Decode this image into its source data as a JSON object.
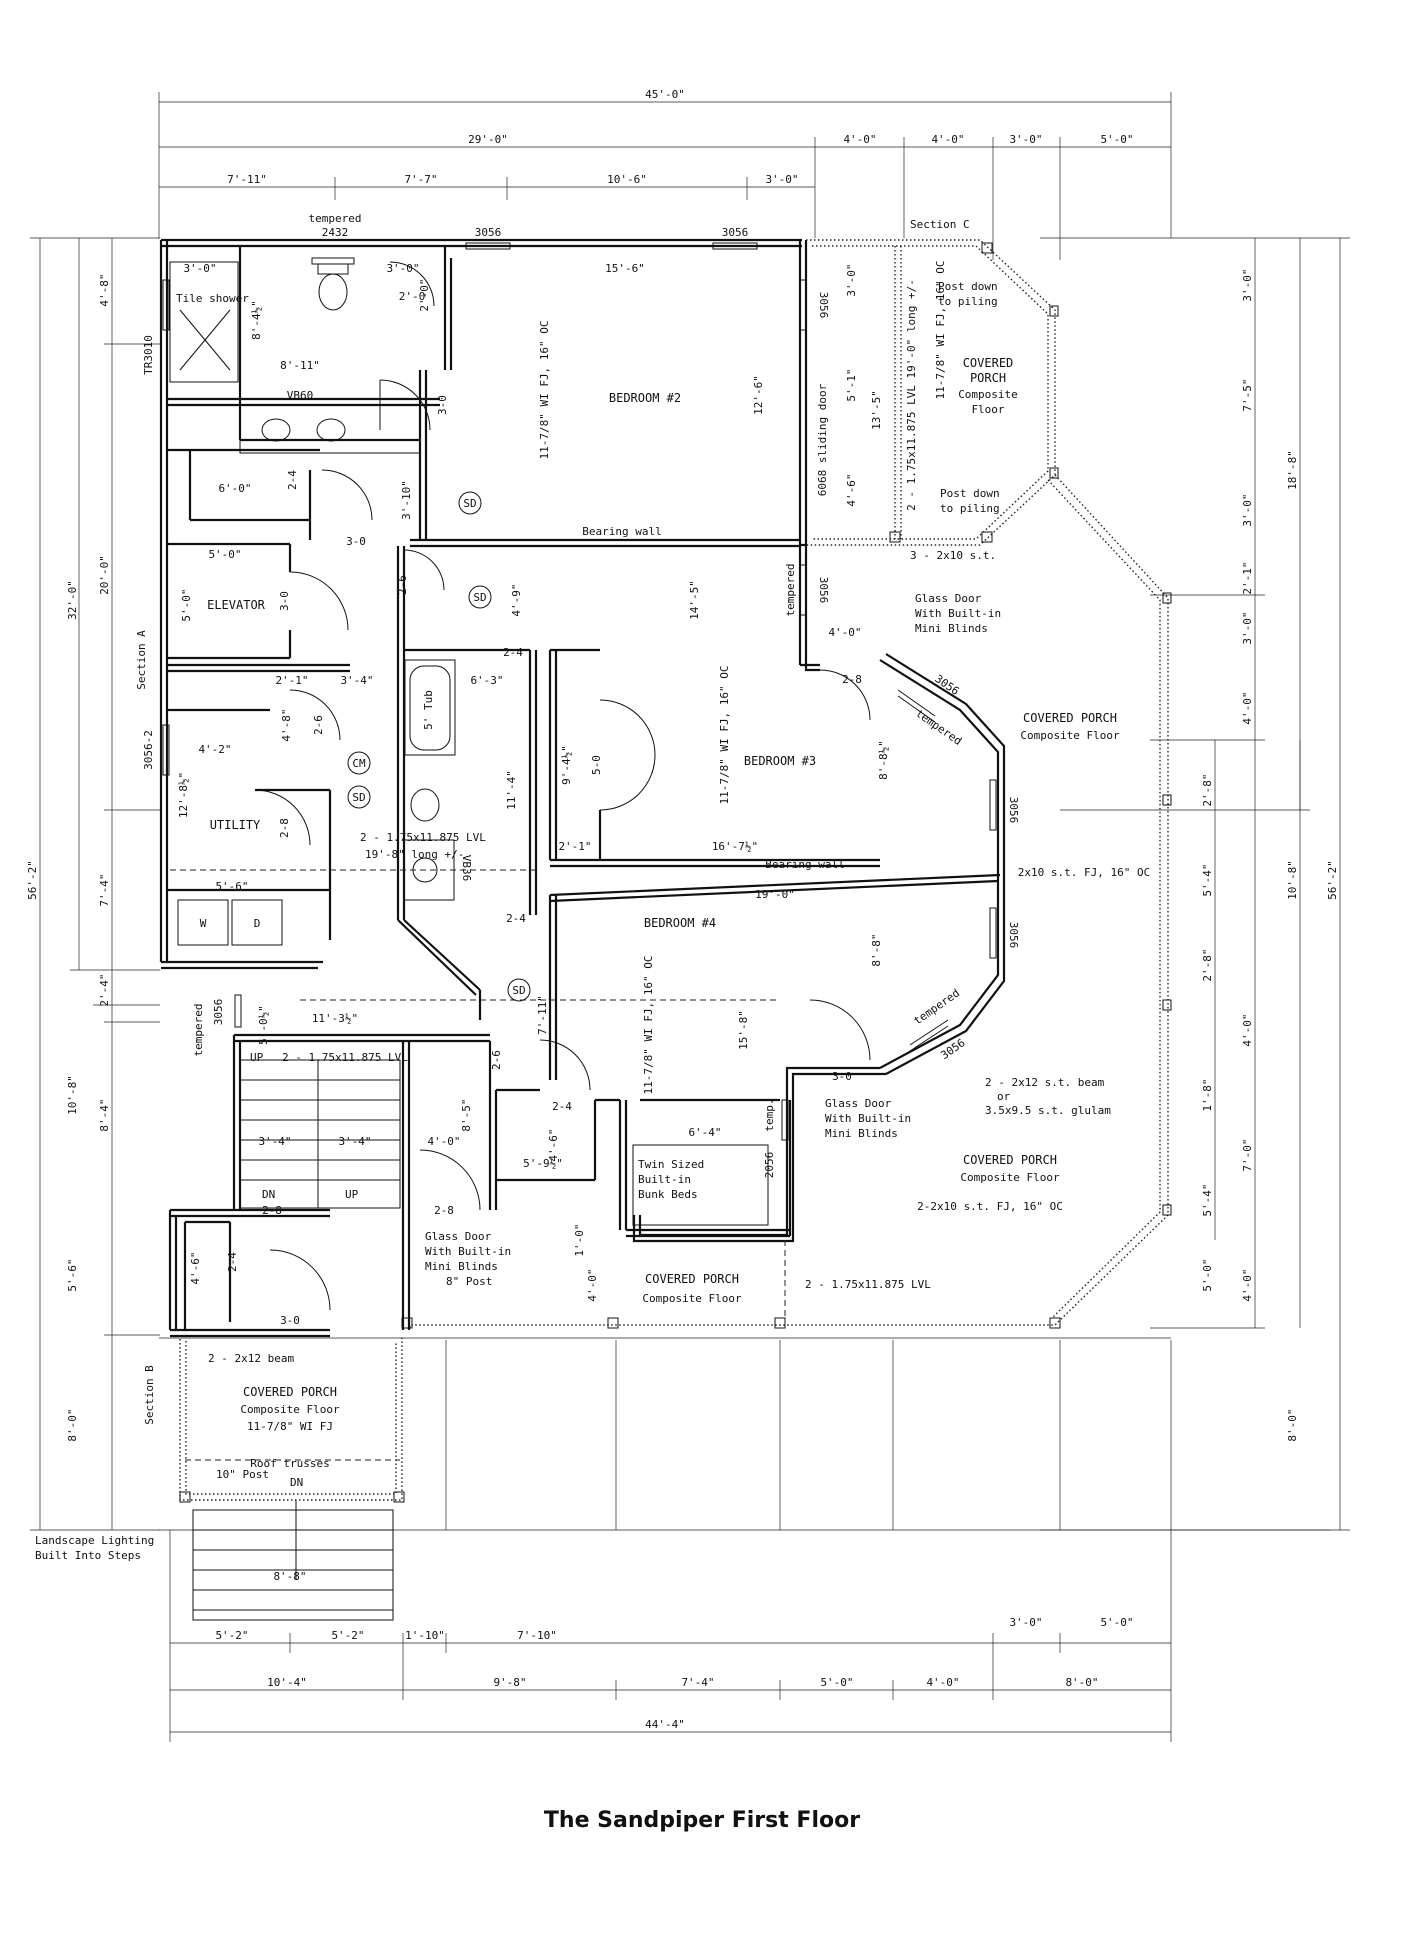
{
  "title": "The Sandpiper First Floor",
  "dimensions_top": [
    "45'-0\"",
    "29'-0\"",
    "4'-0\"",
    "4'-0\"",
    "3'-0\"",
    "5'-0\"",
    "7'-11\"",
    "7'-7\"",
    "10'-6\"",
    "3'-0\""
  ],
  "dimensions_bottom": [
    "5'-2\"",
    "5'-2\"",
    "1'-10\"",
    "7'-10\"",
    "3'-0\"",
    "5'-0\"",
    "10'-4\"",
    "9'-8\"",
    "7'-4\"",
    "5'-0\"",
    "4'-0\"",
    "8'-0\"",
    "44'-4\""
  ],
  "dimensions_left": [
    "32'-0\"",
    "56'-2\"",
    "4'-8\"",
    "20'-0\"",
    "7'-4\"",
    "10'-8\"",
    "2'-4\"",
    "8'-4\"",
    "5'-6\"",
    "8'-0\""
  ],
  "dimensions_right": [
    "56'-2\"",
    "18'-8\"",
    "10'-8\"",
    "3'-0\"",
    "7'-5\"",
    "3'-0\"",
    "2'-1\"",
    "3'-0\"",
    "4'-0\"",
    "2'-8\"",
    "5'-4\"",
    "2'-8\"",
    "4'-0\"",
    "1'-8\"",
    "7'-0\"",
    "5'-4\"",
    "5'-0\"",
    "4'-0\"",
    "8'-0\""
  ],
  "rooms": {
    "bedroom2": "BEDROOM #2",
    "bedroom3": "BEDROOM #3",
    "bedroom4": "BEDROOM #4",
    "elevator": "ELEVATOR",
    "utility": "UTILITY",
    "tile_shower": "Tile shower",
    "covered_porch_ne_1": "COVERED",
    "covered_porch_ne_2": "PORCH",
    "covered_porch_ne_3": "Composite",
    "covered_porch_ne_4": "Floor",
    "covered_porch_e": "COVERED PORCH",
    "covered_porch_e_sub": "Composite Floor",
    "covered_porch_se": "COVERED PORCH",
    "covered_porch_se_sub": "Composite Floor",
    "covered_porch_s": "COVERED PORCH",
    "covered_porch_s_sub": "Composite Floor",
    "covered_porch_w": "COVERED PORCH",
    "covered_porch_w_sub": "Composite Floor"
  },
  "notes": {
    "tempered_2432_a": "tempered",
    "tempered_2432_b": "2432",
    "win_3056_a": "3056",
    "win_3056_b": "3056",
    "section_c": "Section C",
    "section_a": "Section A",
    "section_b": "Section B",
    "post_down_1a": "Post down",
    "post_down_1b": "to piling",
    "post_down_2a": "Post down",
    "post_down_2b": "to piling",
    "joist_b2": "11-7/8\" WI FJ, 16\" OC",
    "joist_porch_ne": "11-7/8\" WI FJ, 16\" OC",
    "lvl_ne": "2 - 1.75x11.875 LVL 19'-0\" long +/-",
    "sliding_door": "6068 sliding door",
    "bearing_wall_1": "Bearing wall",
    "bearing_wall_2": "Bearing wall",
    "beam_3_2x10": "3 - 2x10 s.t.",
    "glass_door_1a": "Glass Door",
    "glass_door_1b": "With Built-in",
    "glass_door_1c": "Mini Blinds",
    "glass_door_2a": "Glass Door",
    "glass_door_2b": "With Built-in",
    "glass_door_2c": "Mini Blinds",
    "glass_door_3a": "Glass Door",
    "glass_door_3b": "With Built-in",
    "glass_door_3c": "Mini Blinds",
    "joist_b3": "11-7/8\" WI FJ, 16\" OC",
    "joist_b4": "11-7/8\" WI FJ, 16\" OC",
    "fj_2x10": "2x10 s.t. FJ, 16\" OC",
    "fj_2_2x10": "2-2x10 s.t. FJ, 16\" OC",
    "beam_2x12_a": "2 - 2x12 s.t. beam",
    "beam_2x12_b": "or",
    "beam_2x12_c": "3.5x9.5 s.t. glulam",
    "lvl_mid_a": "2 - 1.75x11.875 LVL",
    "lvl_mid_b": "19'-8\" long +/-",
    "lvl_stair": "2 - 1.75x11.875 LVL",
    "lvl_porch_s": "2 - 1.75x11.875 LVL",
    "tub": "5' Tub",
    "vb36": "VB36",
    "vb60": "VB60",
    "tr3010": "TR3010",
    "cm": "CM",
    "sd": "SD",
    "washer": "W",
    "dryer": "D",
    "win_3056_2": "3056-2",
    "tempered": "tempered",
    "temp": "temp.",
    "win_2056": "2056",
    "bunk_a": "Twin Sized",
    "bunk_b": "Built-in",
    "bunk_c": "Bunk Beds",
    "post_8": "8\" Post",
    "post_10": "10\" Post",
    "beam_2x12_porch": "2 - 2x12 beam",
    "wi_fj": "11-7/8\" WI FJ",
    "roof_trusses": "Roof trusses",
    "landscape_a": "Landscape Lighting",
    "landscape_b": "Built Into Steps",
    "up": "UP",
    "dn": "DN"
  },
  "interior_dims": [
    "3'-0\"",
    "3'-0\"",
    "2'-0",
    "2'-0\"",
    "8'-4½\"",
    "8'-11\"",
    "3-0",
    "15'-6\"",
    "12'-6\"",
    "6'-0\"",
    "2-4",
    "3'-10\"",
    "5'-0\"",
    "5'-0\"",
    "3-0",
    "3-0",
    "2-6",
    "4'-9\"",
    "2-4",
    "2'-1\"",
    "3'-4\"",
    "6'-3\"",
    "4'-8\"",
    "2-6",
    "14'-5\"",
    "8'-8½\"",
    "4'-2\"",
    "12'-8½\"",
    "11'-4\"",
    "9'-4½\"",
    "5-0",
    "2'-1\"",
    "16'-7½\"",
    "19'-0\"",
    "5'-6\"",
    "2-8",
    "2-4",
    "11'-3½\"",
    "5'-0½\"",
    "7'-11\"",
    "15'-8\"",
    "8'-8\"",
    "8'-5\"",
    "2-6",
    "3-0",
    "2-4",
    "4'-6\"",
    "6'-4\"",
    "3'-4\"",
    "3'-4\"",
    "4'-0\"",
    "5'-9½\"",
    "2-8",
    "2-8",
    "2-8",
    "1'-0\"",
    "4'-0\"",
    "4'-6\"",
    "2-4",
    "3-0",
    "5'-1\"",
    "13'-5\"",
    "4'-6\"",
    "3'-0\"",
    "4'-0\"",
    "8'-8\""
  ]
}
